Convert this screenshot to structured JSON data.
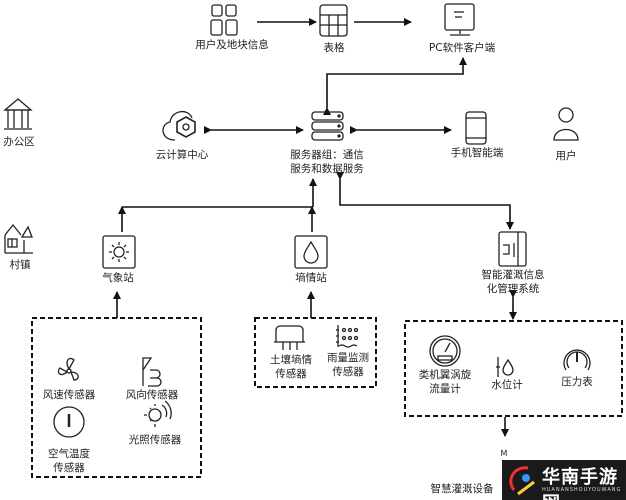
{
  "nodes": {
    "user_plot_info": "用户及地块信息",
    "table": "表格",
    "pc_client": "PC软件客户端",
    "office": "办公区",
    "cloud_center": "云计算中心",
    "server_line1": "服务器组：通信",
    "server_line2": "服务和数据服务",
    "mobile": "手机智能端",
    "user": "用户",
    "village": "村镇",
    "weather_station": "气象站",
    "soil_station": "墒情站",
    "irrigation_line1": "智能灌溉信息",
    "irrigation_line2": "化管理系统",
    "m_label": "M",
    "smart_irrigation": "智慧灌溉设备"
  },
  "weather_sensors": {
    "wind_speed": "风速传感器",
    "wind_direction": "风向传感器",
    "air_temp_line1": "空气温度",
    "air_temp_line2": "传感器",
    "light": "光照传感器"
  },
  "soil_sensors": {
    "soil_line1": "土壤墒情",
    "soil_line2": "传感器",
    "rain_line1": "雨量监测",
    "rain_line2": "传感器"
  },
  "irrigation_devices": {
    "flow_line1": "类机翼涡旋",
    "flow_line2": "流量计",
    "water_level": "水位计",
    "pressure": "压力表"
  },
  "watermark": {
    "title": "华南手游网",
    "subtitle": "HUANANSHOUYOUWANG"
  }
}
